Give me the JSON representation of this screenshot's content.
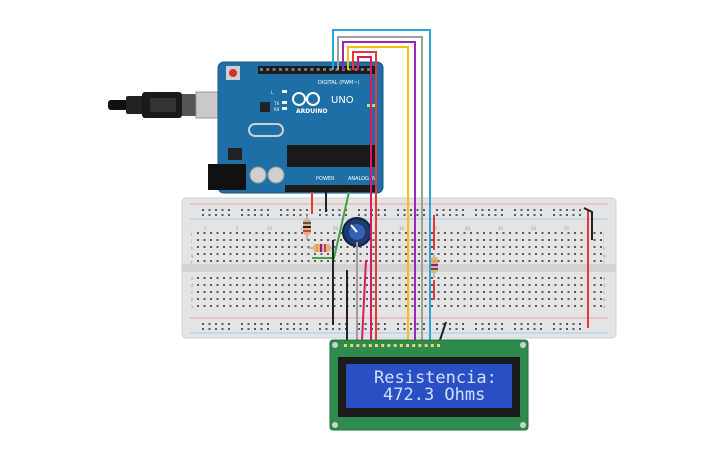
{
  "arduino": {
    "brand": "ARDUINO",
    "model": "UNO",
    "digital_header": "DIGITAL (PWM~)",
    "power_header": "POWER",
    "analog_header": "ANALOG IN",
    "led_labels": [
      "L",
      "TX",
      "RX"
    ]
  },
  "lcd": {
    "line1": "Resistencia:",
    "line2": "472.3 Ohms"
  },
  "breadboard": {
    "row_letters": [
      "a",
      "b",
      "c",
      "d",
      "e",
      "f",
      "g",
      "h",
      "i",
      "j"
    ],
    "column_numbers": [
      "1",
      "5",
      "10",
      "15",
      "20",
      "25",
      "30",
      "35",
      "40",
      "45",
      "50",
      "55",
      "60"
    ]
  },
  "wire_colors": {
    "red": "#e53935",
    "black": "#222222",
    "yellow": "#f4c20d",
    "purple": "#9c27b0",
    "cyan": "#29a8d8",
    "gray": "#9e9e9e",
    "green": "#43a047",
    "magenta": "#d81b60"
  },
  "colors": {
    "arduino_board": "#1e6fa5",
    "breadboard": "#e4e4e4",
    "lcd_pcb": "#2e8b4e",
    "lcd_screen": "#2a4fc4"
  }
}
